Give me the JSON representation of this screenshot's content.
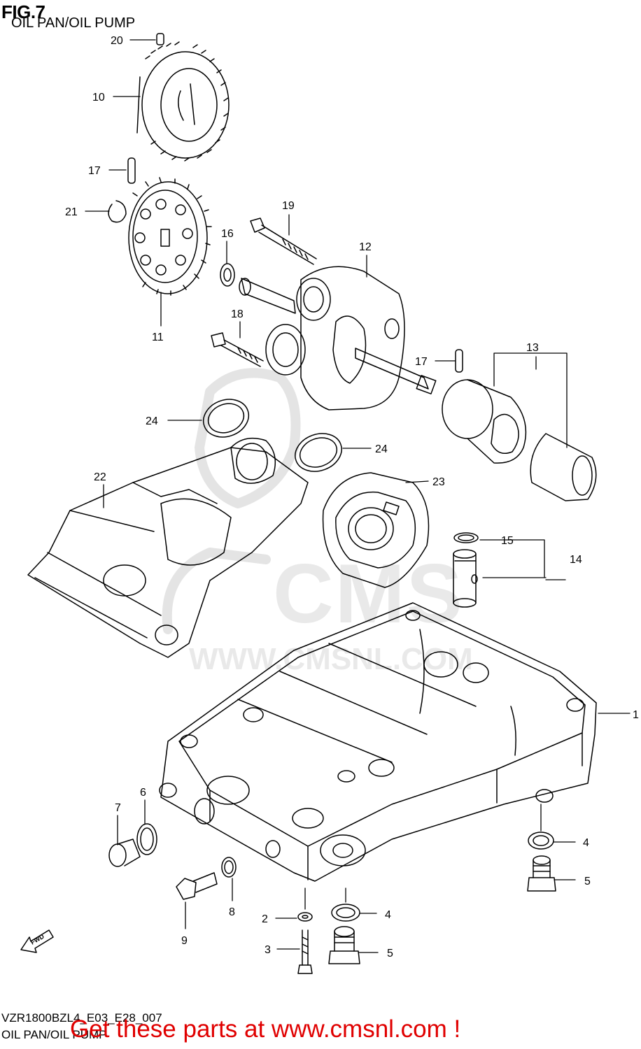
{
  "figure": {
    "title": "FIG.7",
    "subtitle": "OIL PAN/OIL PUMP",
    "code": "VZR1800BZL4_E03_E28_007",
    "footer_title": "OIL PAN/OIL PUMP"
  },
  "promo_text": "Get these parts at www.cmsnl.com !",
  "watermark": {
    "brand": "CMS",
    "url": "WWW.CMSNL.COM"
  },
  "fwd_label": "FWD",
  "callouts": {
    "c1": "1",
    "c2": "2",
    "c3": "3",
    "c4a": "4",
    "c4b": "4",
    "c5a": "5",
    "c5b": "5",
    "c6": "6",
    "c7": "7",
    "c8": "8",
    "c9": "9",
    "c10": "10",
    "c11": "11",
    "c12": "12",
    "c13": "13",
    "c14": "14",
    "c15": "15",
    "c16": "16",
    "c17a": "17",
    "c17b": "17",
    "c18": "18",
    "c19": "19",
    "c20": "20",
    "c21": "21",
    "c22": "22",
    "c23": "23",
    "c24a": "24",
    "c24b": "24"
  },
  "colors": {
    "ink": "#000000",
    "promo": "#e00000",
    "watermark": "#e9e9e9"
  }
}
